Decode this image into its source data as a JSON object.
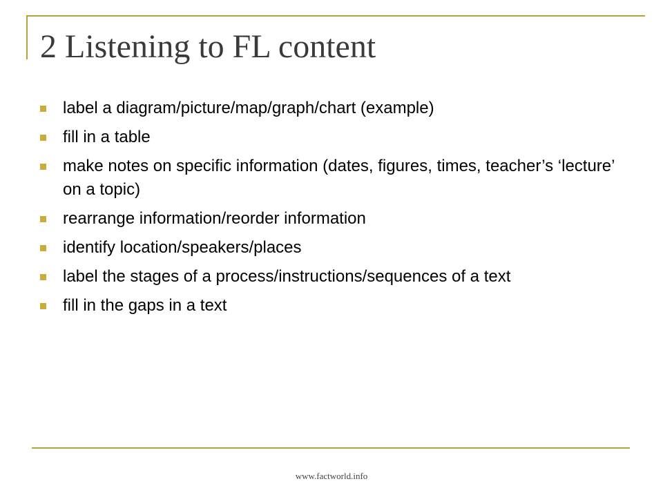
{
  "slide": {
    "title": "2 Listening to FL content",
    "bullets": [
      "label a diagram/picture/map/graph/chart (example)",
      "fill in a table",
      "make notes on specific information (dates, figures, times, teacher’s ‘lecture’ on a topic)",
      "rearrange information/reorder information",
      "identify location/speakers/places",
      "label the stages of a process/instructions/sequences of a text",
      "fill in the gaps in a text"
    ],
    "footer": "www.factworld.info"
  },
  "colors": {
    "accent": "#b8a03a",
    "bullet": "#c9ac3a",
    "title_text": "#3a3a3a",
    "body_text": "#000000"
  }
}
